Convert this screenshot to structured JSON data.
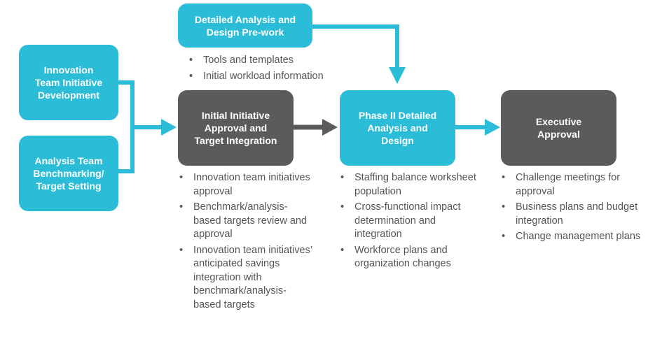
{
  "colors": {
    "blue": "#2bbcd8",
    "dark": "#5b5b5d",
    "text": "#555557"
  },
  "boxes": {
    "prework": [
      "Detailed Analysis and",
      "Design Pre-work"
    ],
    "innovation": [
      "Innovation",
      "Team Initiative",
      "Development"
    ],
    "analysis": [
      "Analysis Team",
      "Benchmarking/",
      "Target Setting"
    ],
    "initial": [
      "Initial Initiative",
      "Approval and",
      "Target Integration"
    ],
    "phase2": [
      "Phase II Detailed",
      "Analysis and",
      "Design"
    ],
    "executive": [
      "Executive",
      "Approval"
    ]
  },
  "bullets": {
    "prework": [
      "Tools and templates",
      "Initial workload information"
    ],
    "initial": [
      "Innovation team initiatives approval",
      "Benchmark/analysis-based targets review and approval",
      "Innovation team initiatives’ anticipated savings integration with benchmark/analysis-based targets"
    ],
    "phase2": [
      "Staffing balance worksheet population",
      "Cross-functional impact determination and integration",
      "Workforce plans and organization changes"
    ],
    "executive": [
      "Challenge meetings for approval",
      "Business plans and budget integration",
      "Change management plans"
    ]
  }
}
